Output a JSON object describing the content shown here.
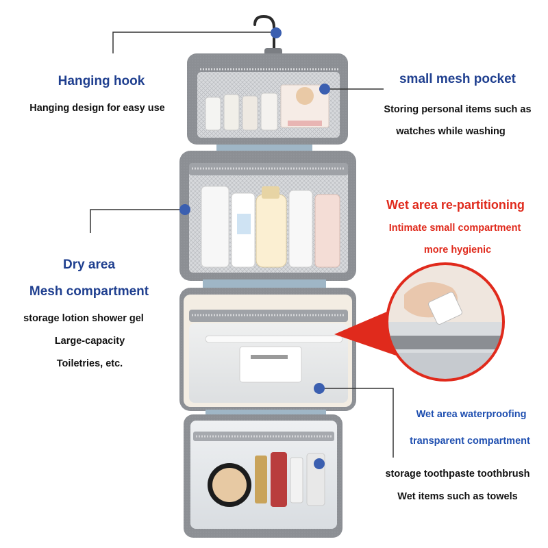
{
  "callouts": {
    "hook": {
      "title": "Hanging hook",
      "desc": "Hanging design for easy use"
    },
    "mesh_pocket": {
      "title": "small mesh pocket",
      "desc_line1": "Storing personal items such as",
      "desc_line2": "watches while washing"
    },
    "wet_partition": {
      "title": "Wet area re-partitioning",
      "sub_line1": "Intimate small compartment",
      "sub_line2": "more hygienic"
    },
    "dry_area": {
      "title_line1": "Dry area",
      "title_line2": "Mesh compartment",
      "desc_line1": "storage lotion shower gel",
      "desc_line2": "Large-capacity",
      "desc_line3": "Toiletries, etc."
    },
    "waterproof": {
      "sub_line1": "Wet area waterproofing",
      "sub_line2": "transparent compartment",
      "desc_line1": "storage toothpaste toothbrush",
      "desc_line2": "Wet items such as towels"
    }
  },
  "colors": {
    "accent_blue": "#1f3f8f",
    "accent_red": "#e02a1c",
    "bag_gray": "#8a8d92",
    "mesh_gray": "#b9bcc0",
    "callout_dot": "#3b5fb0"
  }
}
